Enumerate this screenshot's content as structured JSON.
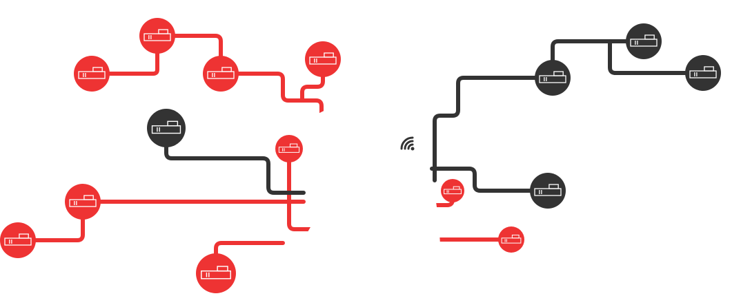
{
  "colors": {
    "red": "#ee3333",
    "dark": "#333333",
    "background": "#ffffff",
    "mask": "#ffffff"
  },
  "node_icon": "device-icon",
  "signal_icon": "wifi-signal-icon",
  "groups": [
    {
      "id": "red-network",
      "color": "red",
      "nodes": [
        {
          "id": "r1",
          "icon": "device-icon"
        },
        {
          "id": "r2",
          "icon": "device-icon"
        },
        {
          "id": "r3",
          "icon": "device-icon"
        },
        {
          "id": "r4",
          "icon": "device-icon"
        },
        {
          "id": "r5",
          "icon": "device-icon"
        },
        {
          "id": "r6",
          "icon": "device-icon"
        },
        {
          "id": "r7",
          "icon": "device-icon"
        },
        {
          "id": "r8",
          "icon": "device-icon"
        },
        {
          "id": "r9",
          "icon": "device-icon"
        },
        {
          "id": "r10",
          "icon": "device-icon"
        }
      ]
    },
    {
      "id": "dark-network",
      "color": "dark",
      "nodes": [
        {
          "id": "d1",
          "icon": "device-icon"
        },
        {
          "id": "d2",
          "icon": "device-icon"
        },
        {
          "id": "d3",
          "icon": "device-icon"
        },
        {
          "id": "d4",
          "icon": "device-icon"
        },
        {
          "id": "d5",
          "icon": "device-icon"
        }
      ]
    }
  ]
}
